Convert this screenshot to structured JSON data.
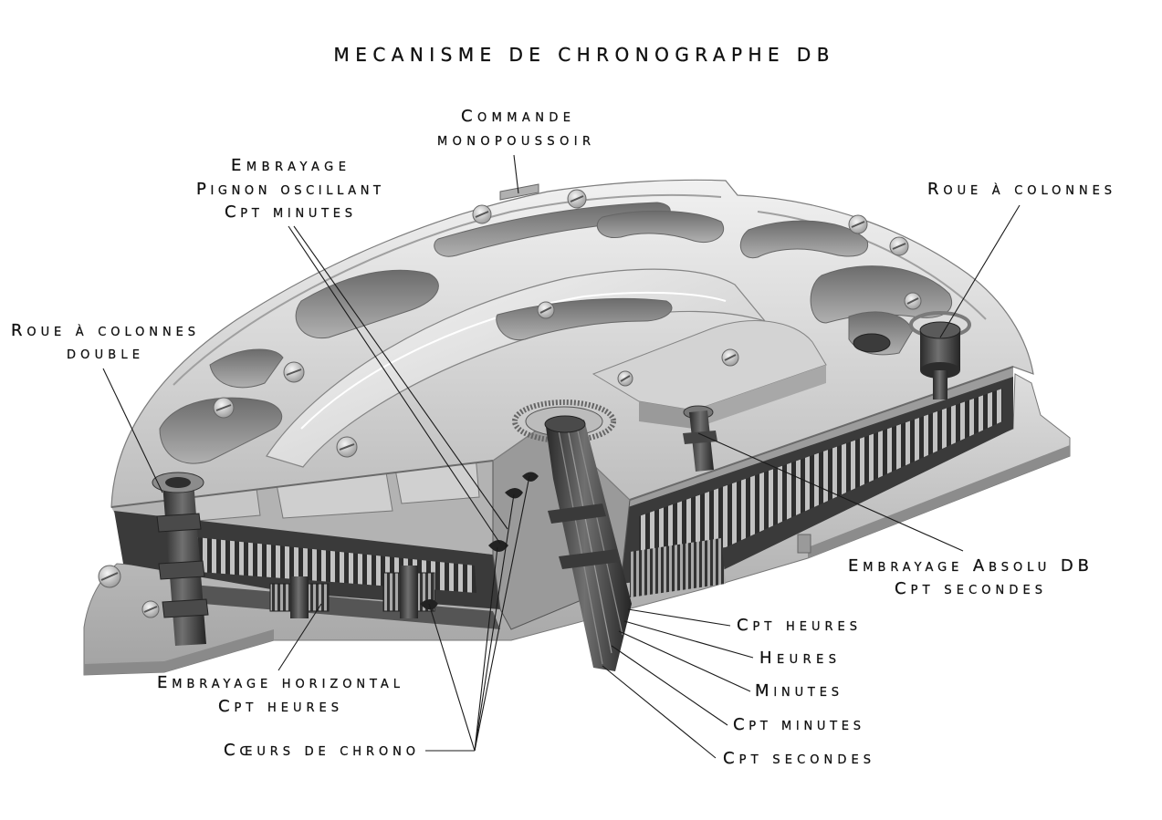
{
  "title": "MECANISME DE CHRONOGRAPHE DB",
  "labels": {
    "commande": [
      "Commande",
      "monopoussoir"
    ],
    "embrayage_pignon_oscillant": [
      "Embrayage",
      "Pignon oscillant",
      "Cpt minutes"
    ],
    "roue_a_colonnes": "Roue à colonnes",
    "roue_a_colonnes_double": [
      "Roue à colonnes",
      "double"
    ],
    "embrayage_absolu": [
      "Embrayage Absolu DB",
      "Cpt secondes"
    ],
    "cpt_heures": "Cpt heures",
    "heures": "Heures",
    "minutes": "Minutes",
    "cpt_minutes": "Cpt minutes",
    "cpt_secondes": "Cpt secondes",
    "embrayage_horizontal": [
      "Embrayage horizontal",
      "Cpt heures"
    ],
    "coeurs_de_chrono": "Cœurs de chrono"
  }
}
